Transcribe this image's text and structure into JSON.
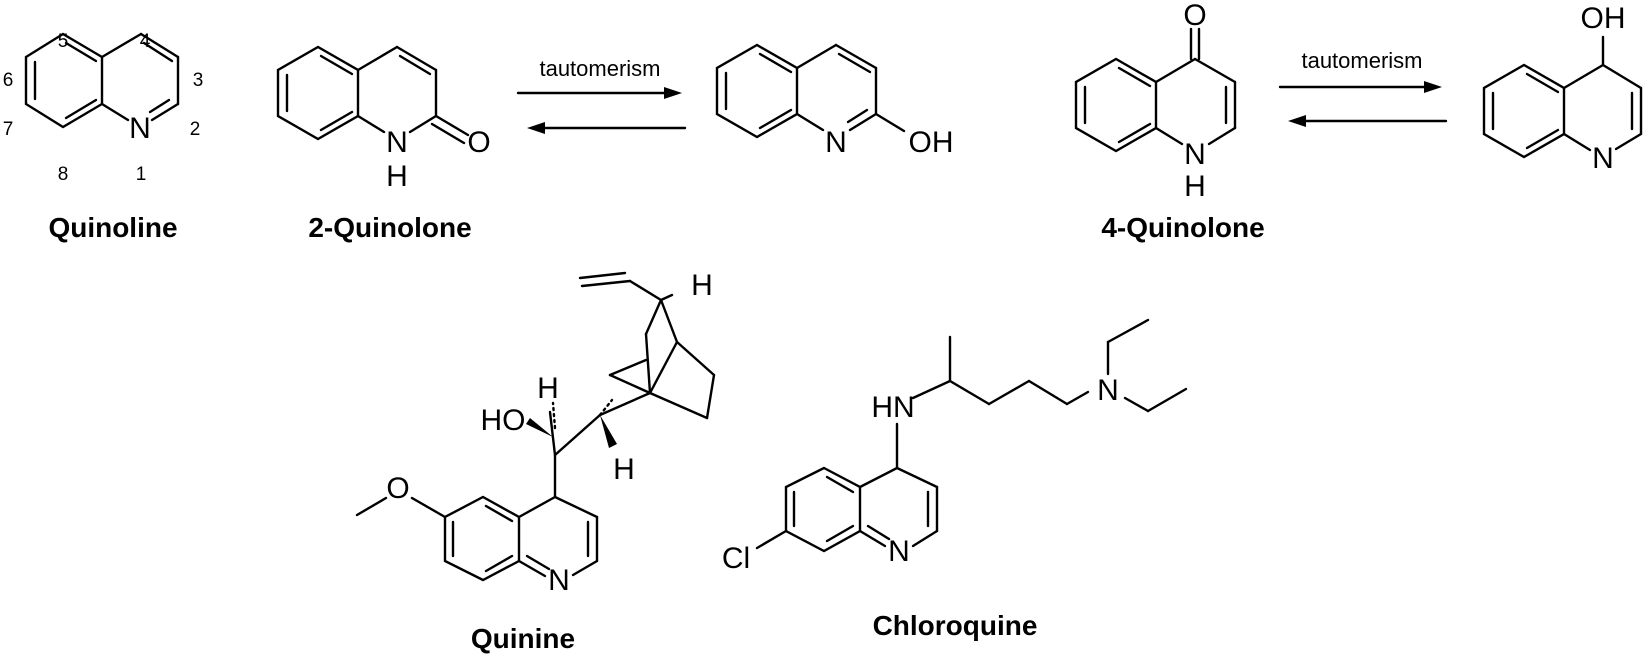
{
  "compounds": {
    "quinoline": {
      "name": "Quinoline",
      "positions": [
        "1",
        "2",
        "3",
        "4",
        "5",
        "6",
        "7",
        "8"
      ],
      "n": "N"
    },
    "quinolone2": {
      "name": "2-Quinolone",
      "keto_n": "N",
      "keto_h": "H",
      "keto_o": "O",
      "enol_n": "N",
      "enol_oh": "OH"
    },
    "quinolone4": {
      "name": "4-Quinolone",
      "keto_o": "O",
      "keto_n": "N",
      "keto_h": "H",
      "enol_oh": "OH",
      "enol_n": "N"
    },
    "quinine": {
      "name": "Quinine",
      "h_top": "H",
      "h_carbinol": "H",
      "ho": "HO",
      "h_bottom": "H",
      "methoxy_o": "O",
      "n": "N"
    },
    "chloroquine": {
      "name": "Chloroquine",
      "hn": "HN",
      "n_amine": "N",
      "cl": "Cl",
      "n": "N"
    }
  },
  "arrows": {
    "label": "tautomerism"
  }
}
